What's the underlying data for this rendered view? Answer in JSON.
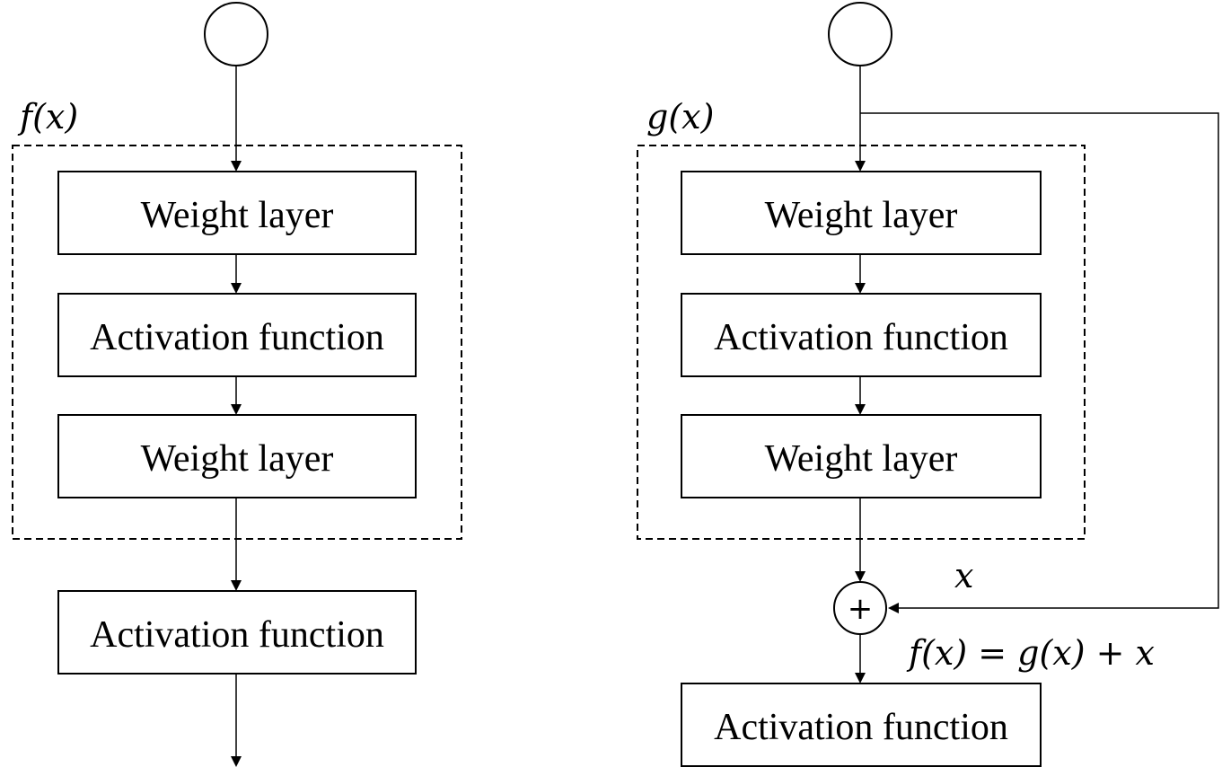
{
  "left": {
    "function_label": "f(x)",
    "blocks": [
      "Weight layer",
      "Activation function",
      "Weight layer"
    ],
    "output_block": "Activation function"
  },
  "right": {
    "function_label": "g(x)",
    "blocks": [
      "Weight layer",
      "Activation function",
      "Weight layer"
    ],
    "skip_label": "x",
    "sum_symbol": "+",
    "equation": "f(x) = g(x) + x",
    "output_block": "Activation function"
  }
}
